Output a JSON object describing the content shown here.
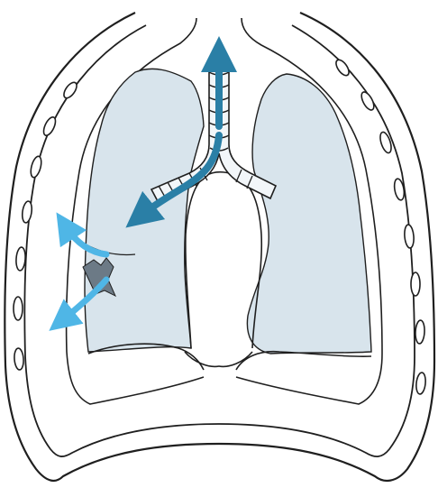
{
  "diagram": {
    "subject": "chest-anatomy",
    "structures": [
      "thoracic-cage",
      "ribs",
      "pleural-cavity",
      "right-lung",
      "left-lung",
      "trachea",
      "bronchi",
      "diaphragm",
      "heart-space"
    ],
    "arrows": [
      "airflow-up-trachea",
      "airflow-into-right-bronchus",
      "flow-out-upper",
      "flow-out-lower"
    ],
    "colors": {
      "outline": "#1f1f1f",
      "lung_fill": "#d8e4ec",
      "arrow_dark": "#2a7fa6",
      "arrow_light": "#4fb6e6",
      "lesion": "#6c7a86",
      "background": "#ffffff"
    }
  }
}
